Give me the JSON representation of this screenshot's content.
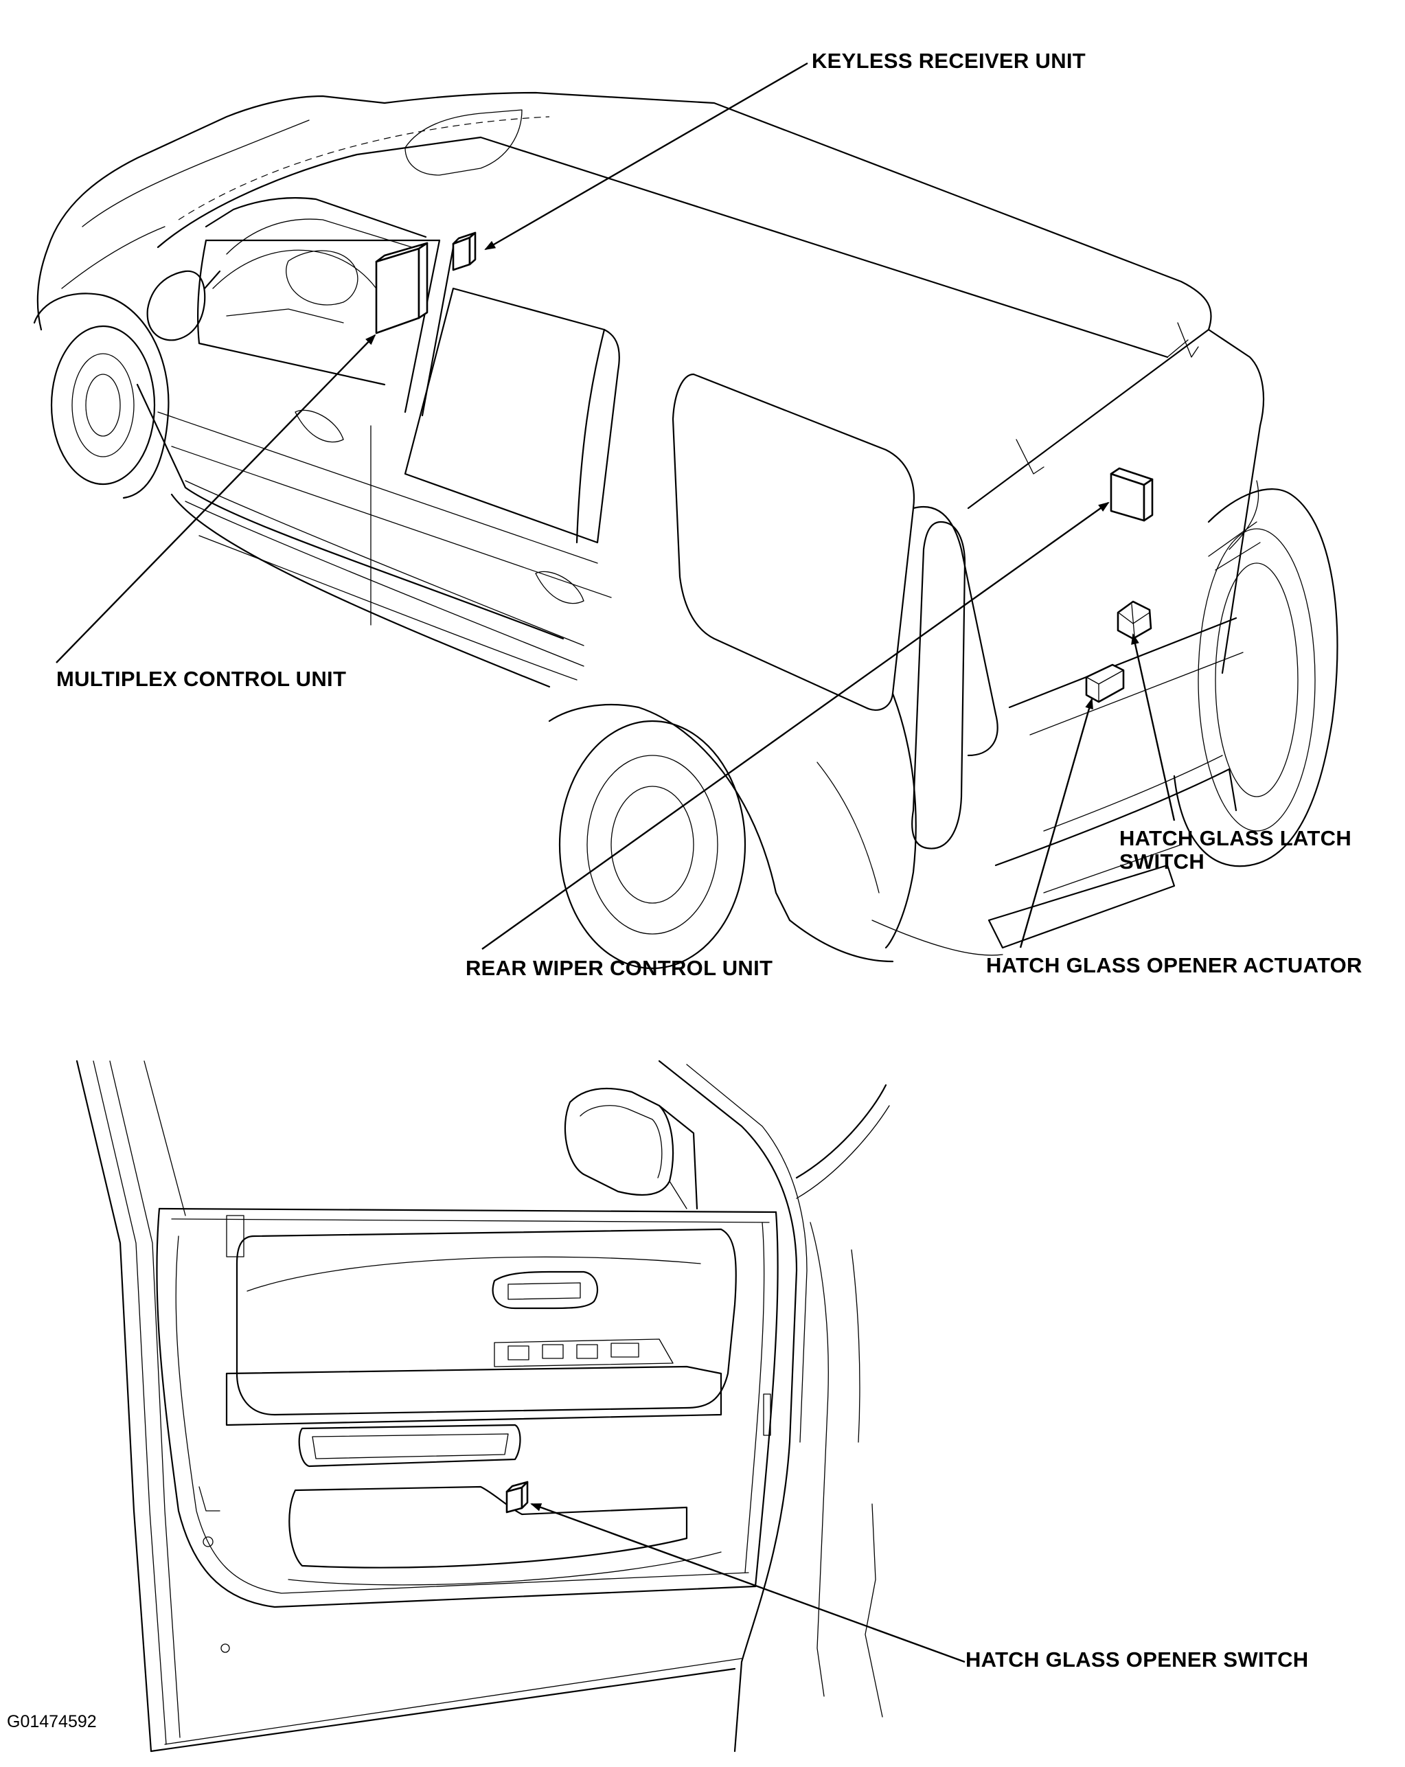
{
  "labels": {
    "keyless_receiver": "KEYLESS RECEIVER UNIT",
    "multiplex_control": "MULTIPLEX CONTROL UNIT",
    "rear_wiper_control": "REAR WIPER CONTROL UNIT",
    "hatch_latch_line1": "HATCH GLASS LATCH",
    "hatch_latch_line2": "SWITCH",
    "hatch_opener_actuator": "HATCH GLASS OPENER ACTUATOR",
    "hatch_opener_switch": "HATCH GLASS OPENER SWITCH"
  },
  "figure_id": "G01474592",
  "colors": {
    "ink": "#000000",
    "paper": "#ffffff"
  }
}
